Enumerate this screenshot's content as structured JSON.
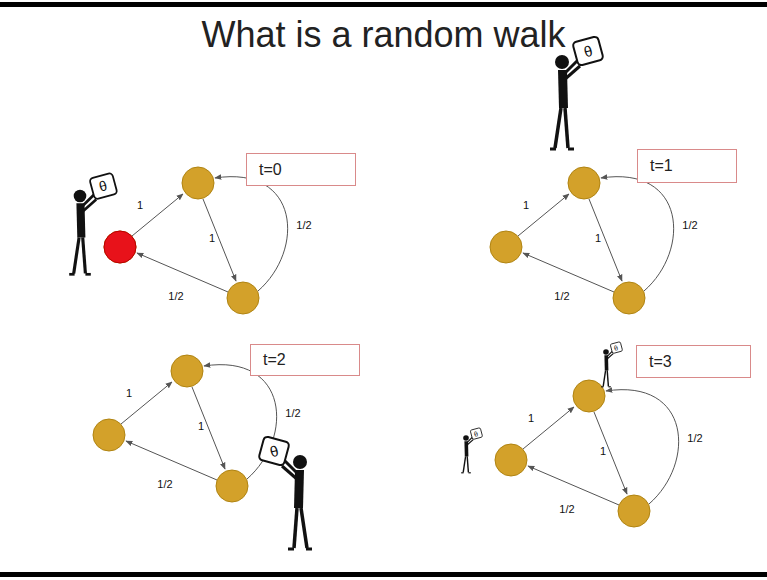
{
  "diagram": {
    "title": "What is a random walk",
    "nodes": [
      {
        "text": [
          "t=0"
        ]
      },
      {
        "text": [
          "t=1"
        ]
      },
      {
        "text": [
          "t=2"
        ]
      },
      {
        "text": [
          "t=3"
        ]
      }
    ],
    "labels": [
      "θ",
      "1",
      "1",
      "1/2",
      "1/2",
      "θ",
      "1",
      "1",
      "1/2",
      "1/2",
      "θ",
      "1",
      "1",
      "1/2",
      "1/2",
      "θ",
      "θ",
      "1",
      "1",
      "1/2",
      "1/2"
    ]
  }
}
